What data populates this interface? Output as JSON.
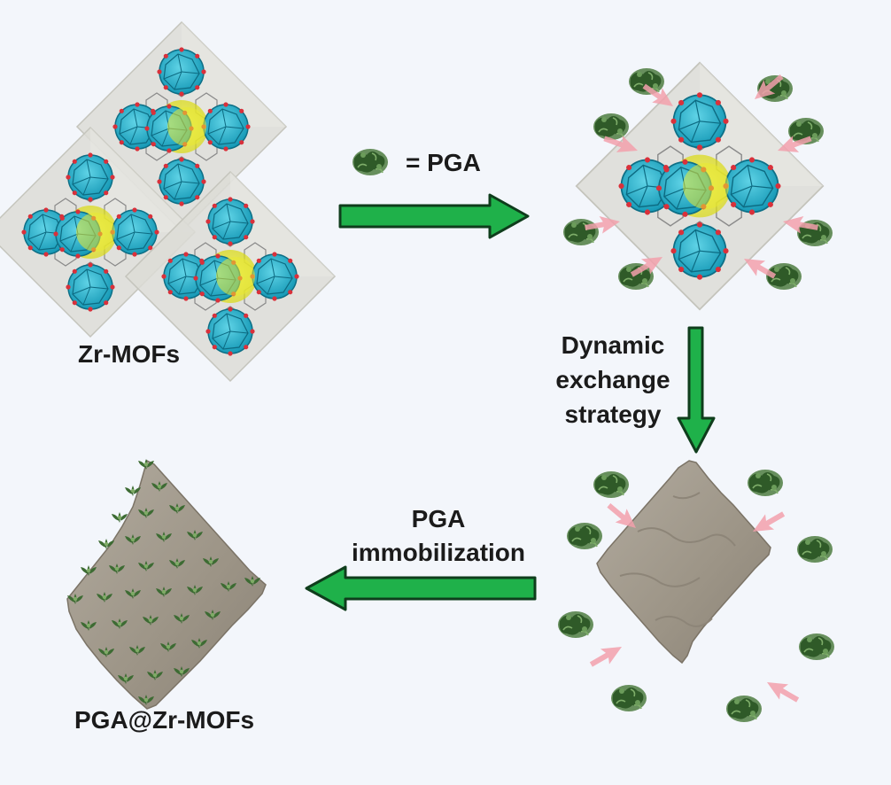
{
  "labels": {
    "zr_mofs": "Zr-MOFs",
    "legend_text": "= PGA",
    "dynamic": [
      "Dynamic",
      "exchange",
      "strategy"
    ],
    "immobilization": [
      "PGA",
      "immobilization"
    ],
    "product": "PGA@Zr-MOFs"
  },
  "legend": {
    "icon": "pga-enzyme-icon"
  },
  "colors": {
    "arrow_fill": "#1fb14a",
    "arrow_stroke": "#0f3d1c",
    "cluster": "#22b4cf",
    "cluster_node": "#d9313b",
    "pore": "#e9ea1e",
    "octahedron": "#dcdcd6",
    "enzyme": "#3f6e34",
    "mof_surface": "#a29a8d",
    "pink_arrow": "#f2a0ab",
    "background": "#f3f6fb"
  }
}
